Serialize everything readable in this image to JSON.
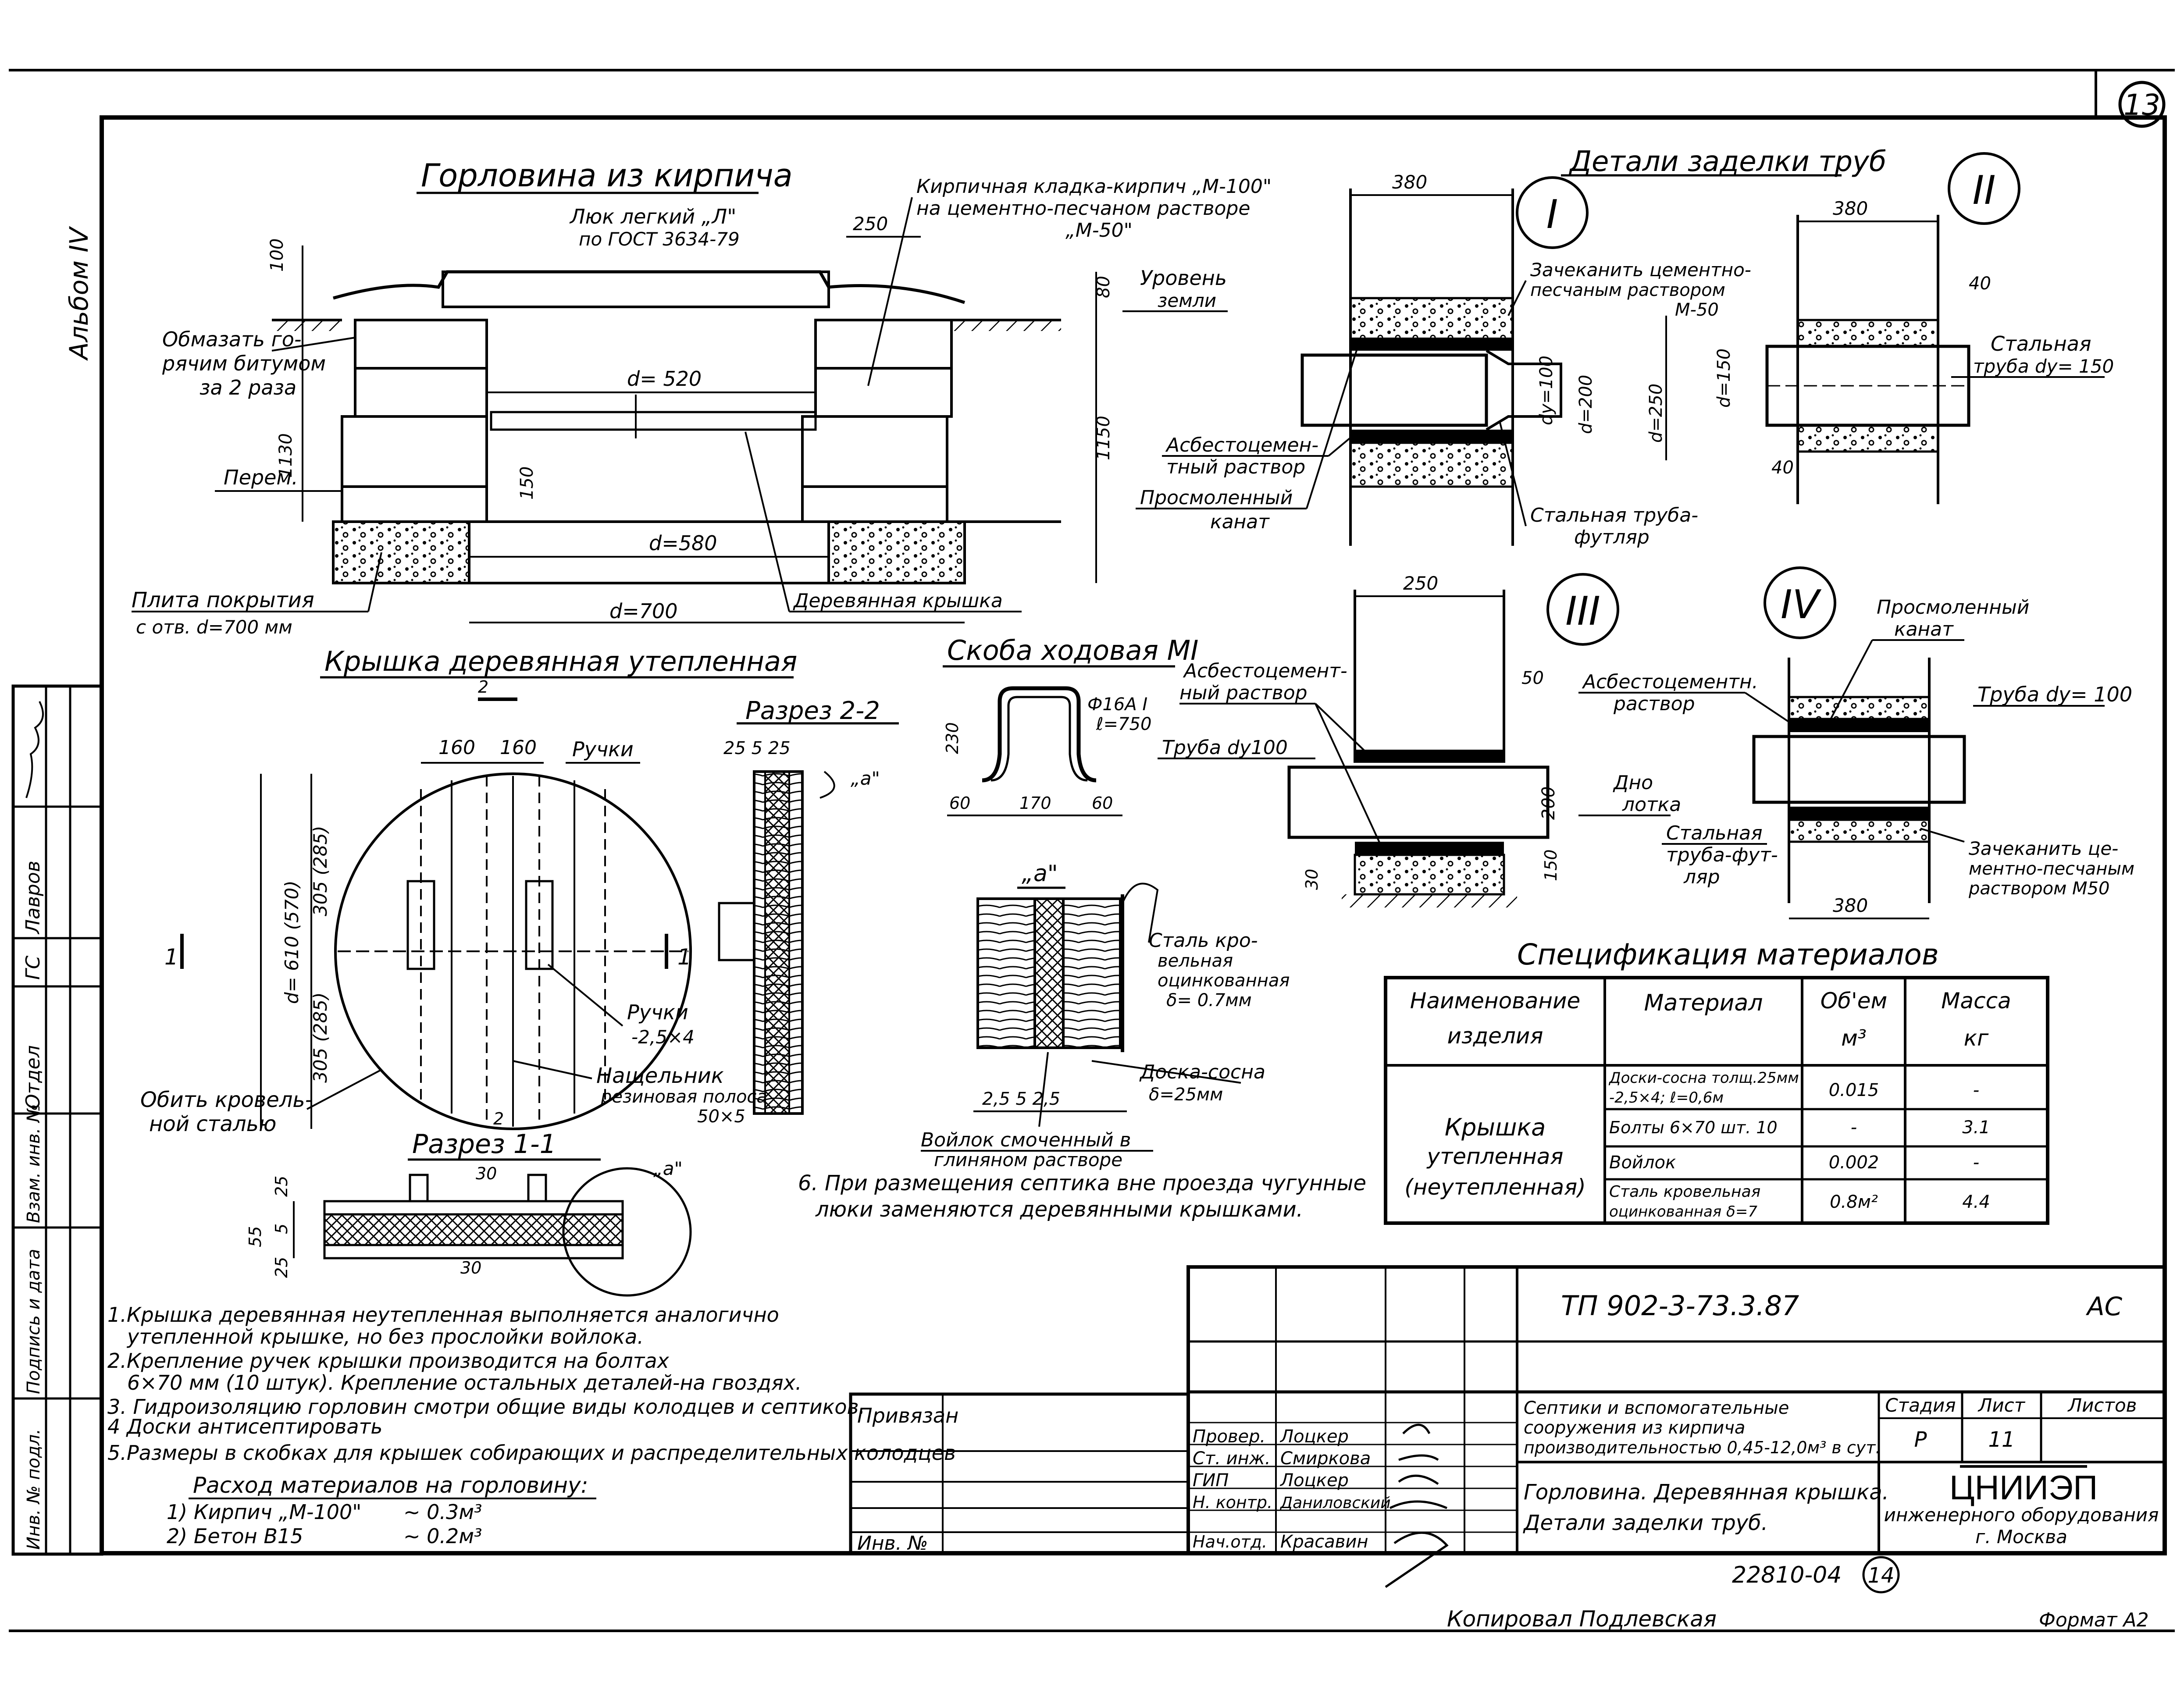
{
  "header": {
    "sheet_no": "13",
    "album": "Альбом IV"
  },
  "neck": {
    "title": "Горловина из кирпича",
    "hatch_label_1": "Люк легкий „Л\"",
    "hatch_label_2": "по ГОСТ 3634-79",
    "masonry_1": "Кирпичная кладка-кирпич „М-100\"",
    "masonry_2": "на цементно-песчаном растворе",
    "masonry_3": "„М-50\"",
    "ground_1": "Уровень",
    "ground_2": "земли",
    "bitumen_1": "Обмазать го-",
    "bitumen_2": "рячим битумом",
    "bitumen_3": "за 2 раза",
    "lintel": "Перем.",
    "slab_1": "Плита покрытия",
    "slab_2": "с отв. d=700 мм",
    "wood_cover": "Деревянная крышка",
    "dims": {
      "d250": "250",
      "d100": "100",
      "d80": "80",
      "d130": "1130",
      "d1150": "1150",
      "d150": "150",
      "d520": "d= 520",
      "d580": "d=580",
      "d700": "d=700"
    }
  },
  "cover": {
    "title": "Крышка деревянная утепленная",
    "handles": "Ручки",
    "handles_2": "Ручки",
    "handles_size": "-2,5×4",
    "batten_1": "Нащельник",
    "batten_2": "резиновая полоса",
    "batten_3": "50×5",
    "wrap_1": "Обить кровель-",
    "wrap_2": "ной сталью",
    "cut_11": "Разрез 1-1",
    "cut_22": "Разрез 2-2",
    "mark_1": "1",
    "mark_2": "2",
    "detail_a": "„а\"",
    "dims": {
      "d160a": "160",
      "d160b": "160",
      "d610": "d= 610 (570)",
      "d305a": "305 (285)",
      "d305b": "305 (285)",
      "d30": "30",
      "d25": "25",
      "d5": "5",
      "d55": "55",
      "d25b": "25",
      "s22": "25 5 25"
    }
  },
  "bracket": {
    "title": "Скоба ходовая МI",
    "rod_1": "Ф16А I",
    "rod_2": "ℓ=750",
    "dims": {
      "h": "230",
      "a": "60",
      "b": "170",
      "c": "60"
    }
  },
  "detail_a": {
    "title": "„а\"",
    "steel_1": "Сталь кро-",
    "steel_2": "вельная",
    "steel_3": "оцинкованная",
    "steel_4": "δ= 0.7мм",
    "board_1": "Доска-сосна",
    "board_2": "δ=25мм",
    "felt_1": "Войлок смоченный в",
    "felt_2": "глиняном растворе",
    "dims": "2,5   5   2,5"
  },
  "pipes": {
    "title": "Детали заделки труб",
    "roman": [
      "I",
      "II",
      "III",
      "IV"
    ],
    "caulk_1": "Зачеканить цементно-",
    "caulk_2": "песчаным раствором",
    "caulk_3": "М-50",
    "asb_1": "Асбестоцемен-",
    "asb_2": "тный раствор",
    "rope_1": "Просмоленный",
    "rope_2": "канат",
    "sleeve_1": "Стальная труба-",
    "sleeve_2": "футляр",
    "steel_pipe_1": "Стальная",
    "steel_pipe_2": "труба dу= 150",
    "asb3_1": "Асбестоцемент-",
    "asb3_2": "ный раствор",
    "pipe3": "Труба dу100",
    "tray_1": "Дно",
    "tray_2": "лотка",
    "rope4_1": "Просмоленный",
    "rope4_2": "канат",
    "asb4_1": "Асбестоцементн.",
    "asb4_2": "раствор",
    "pipe4": "Труба dу= 100",
    "sleeve4_1": "Стальная",
    "sleeve4_2": "труба-фут-",
    "sleeve4_3": "ляр",
    "caulk4_1": "Зачеканить це-",
    "caulk4_2": "ментно-песчаным",
    "caulk4_3": "раствором М50",
    "dims": {
      "a380": "380",
      "b380": "380",
      "c250": "250",
      "d380": "380",
      "dy100": "dу=100",
      "d200": "d=200",
      "d250": "d=250",
      "d150": "d=150",
      "d40a": "40",
      "d40b": "40",
      "d50": "50",
      "d200b": "200",
      "d30": "30",
      "d150b": "150"
    }
  },
  "spec": {
    "title": "Спецификация материалов",
    "headers": {
      "name_1": "Наименование",
      "name_2": "изделия",
      "material": "Материал",
      "volume_1": "Об'ем",
      "volume_2": "м³",
      "mass_1": "Масса",
      "mass_2": "кг"
    },
    "item_1": "Крышка",
    "item_2": "утепленная",
    "item_3": "(неутепленная)",
    "rows": [
      {
        "material_1": "Доски-сосна толщ.25мм",
        "material_2": "-2,5×4; ℓ=0,6м",
        "volume": "0.015",
        "mass": "-"
      },
      {
        "material_1": "Болты 6×70 шт. 10",
        "material_2": "",
        "volume": "-",
        "mass": "3.1"
      },
      {
        "material_1": "Войлок",
        "material_2": "",
        "volume": "0.002",
        "mass": "-"
      },
      {
        "material_1": "Сталь кровельная",
        "material_2": "оцинкованная δ=7",
        "volume": "0.8м²",
        "mass": "4.4"
      }
    ]
  },
  "notes": {
    "items": [
      "1.Крышка деревянная неутепленная выполняется аналогично",
      "утепленной крышке, но без прослойки войлока.",
      "2.Крепление ручек крышки производится на болтах",
      "6×70 мм (10 штук). Крепление остальных деталей-на гвоздях.",
      "3. Гидроизоляцию горловин смотри общие виды колодцев и септиков.",
      "4 Доски антисептировать",
      "5.Размеры в скобках для крышек собирающих и распределительных колодцев"
    ],
    "note6_1": "6. При размещения септика вне проезда чугунные",
    "note6_2": "люки заменяются деревянными крышками.",
    "consumption_title": "Расход материалов на горловину:",
    "consumption": [
      {
        "n": "1) Кирпич „М-100\"",
        "q": "~ 0.3м³"
      },
      {
        "n": "2) Бетон    В15",
        "q": "~ 0.2м³"
      }
    ]
  },
  "side_stamp": {
    "otdel": "Отдел",
    "gip": "ГС",
    "lavrov": "Лавров",
    "inv_podl": "Инв. № подл.",
    "podpis": "Подпись и дата",
    "vzam": "Взам. инв. №"
  },
  "title_block": {
    "code": "ТП 902-3-73.3.87",
    "mark": "АС",
    "privyazan": "Привязан",
    "inv_no": "Инв. №",
    "project_1": "Септики и вспомогательные",
    "project_2": "сооружения из кирпича",
    "project_3": "производительностью 0,45-12,0м³ в сут.",
    "sheet_1": "Горловина. Деревянная крышка.",
    "sheet_2": "Детали заделки труб.",
    "stage_h": "Стадия",
    "list_h": "Лист",
    "lists_h": "Листов",
    "stage": "Р",
    "list": "11",
    "org_1": "ЦНИИЭП",
    "org_2": "инженерного оборудования",
    "org_3": "г. Москва",
    "roles": [
      {
        "role": "Провер.",
        "name": "Лоцкер"
      },
      {
        "role": "Ст. инж.",
        "name": "Смиркова"
      },
      {
        "role": "ГИП",
        "name": "Лоцкер"
      },
      {
        "role": "Н. контр.",
        "name": "Даниловский"
      },
      {
        "role": "Нач.отд.",
        "name": "Красавин"
      }
    ]
  },
  "footer": {
    "doc_no": "22810-04",
    "page": "14",
    "copied": "Копировал Подлевская",
    "format": "Формат А2"
  }
}
